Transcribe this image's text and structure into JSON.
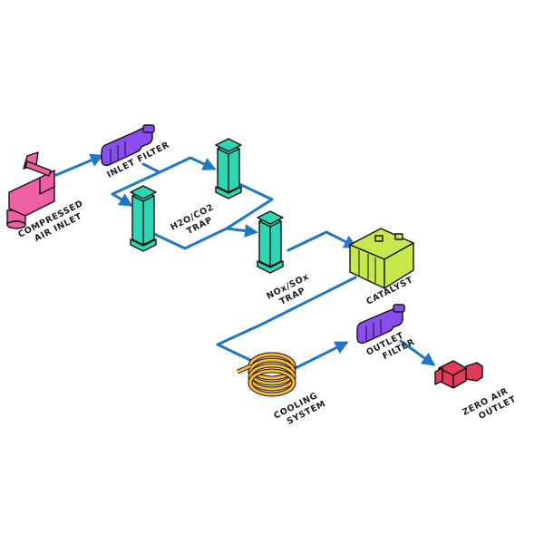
{
  "diagram": {
    "labels": {
      "compressed_air_inlet": [
        "COMPRESSED",
        "AIR INLET"
      ],
      "inlet_filter": [
        "INLET FILTER"
      ],
      "h2o_co2_trap": [
        "H2O/CO2",
        "TRAP"
      ],
      "nox_sox_trap": [
        "NOx/SOx",
        "TRAP"
      ],
      "catalyst": [
        "CATALYST"
      ],
      "cooling_system": [
        "COOLING",
        "SYSTEM"
      ],
      "outlet_filter": [
        "OUTLET",
        "FILTER"
      ],
      "zero_air_outlet": [
        "ZERO AIR",
        "OUTLET"
      ]
    }
  },
  "colors": {
    "flow_line": "#1f78c1",
    "inlet": "#ee5fa3",
    "filter": "#8a4df0",
    "trap": "#2fd6b4",
    "catalyst": "#c7e84a",
    "cooling": "#f7b733",
    "outlet": "#e23a5a"
  },
  "icons": {
    "compressed_air_inlet": "faucet-icon",
    "inlet_filter": "cylinder-filter-icon",
    "trap": "column-trap-icon",
    "catalyst": "box-catalyst-icon",
    "cooling_system": "coil-icon",
    "outlet_filter": "cylinder-filter-icon",
    "zero_air_outlet": "nozzle-icon"
  }
}
